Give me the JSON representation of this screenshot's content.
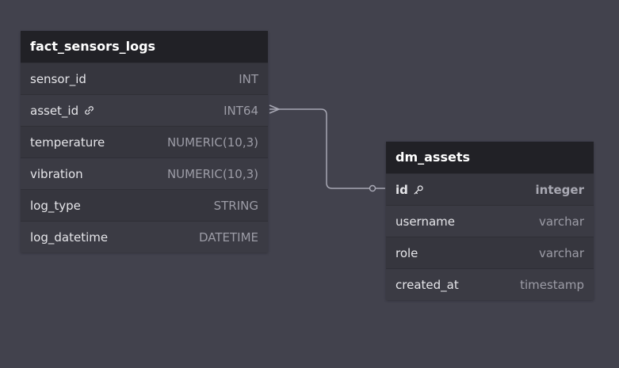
{
  "tables": [
    {
      "name": "fact_sensors_logs",
      "columns": [
        {
          "name": "sensor_id",
          "type": "INT"
        },
        {
          "name": "asset_id",
          "type": "INT64",
          "icon": "link-icon"
        },
        {
          "name": "temperature",
          "type": "NUMERIC(10,3)"
        },
        {
          "name": "vibration",
          "type": "NUMERIC(10,3)"
        },
        {
          "name": "log_type",
          "type": "STRING"
        },
        {
          "name": "log_datetime",
          "type": "DATETIME"
        }
      ]
    },
    {
      "name": "dm_assets",
      "columns": [
        {
          "name": "id",
          "type": "integer",
          "icon": "key-icon",
          "primary_key": true
        },
        {
          "name": "username",
          "type": "varchar"
        },
        {
          "name": "role",
          "type": "varchar"
        },
        {
          "name": "created_at",
          "type": "timestamp"
        }
      ]
    }
  ],
  "relationships": [
    {
      "from": "fact_sensors_logs.asset_id",
      "to": "dm_assets.id",
      "from_end": "many",
      "to_end": "one"
    }
  ],
  "colors": {
    "canvas": "#42424d",
    "header": "#212126",
    "body": "#36363e",
    "connector": "#a8a8b4"
  }
}
